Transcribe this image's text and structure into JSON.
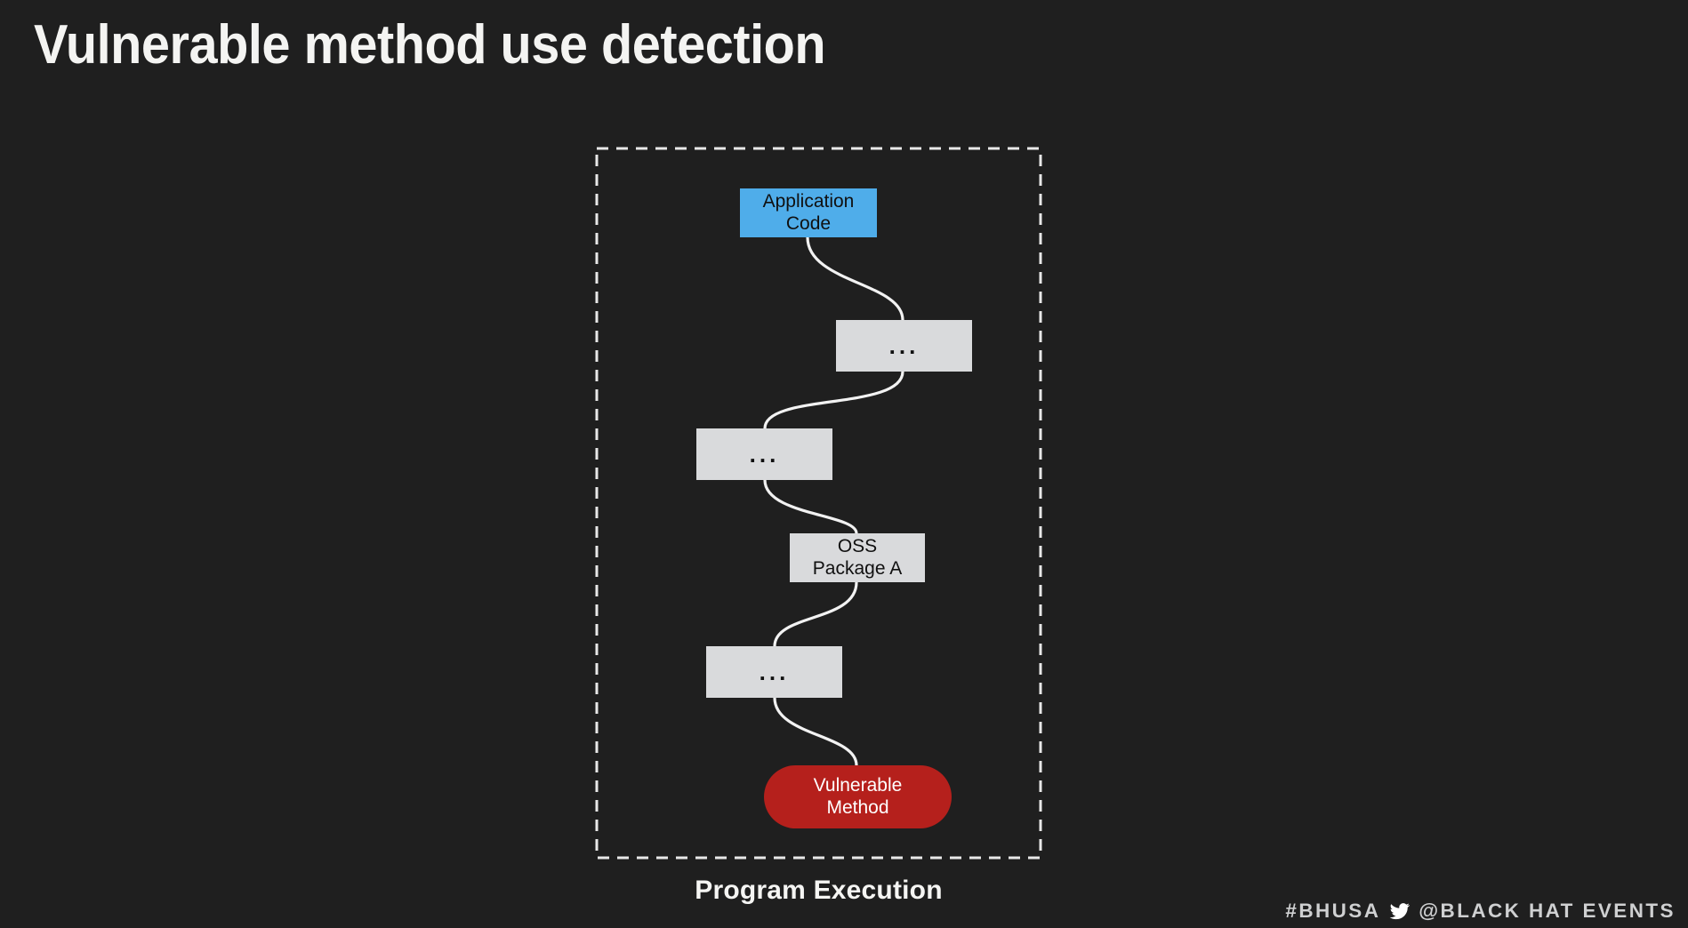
{
  "slide": {
    "title": "Vulnerable method use detection",
    "background_color": "#1f1f1f",
    "title_color": "#f4f4f2"
  },
  "diagram": {
    "caption": "Program Execution",
    "boundary": {
      "style": "dashed",
      "color": "#e8e8e8",
      "label": "Program Execution"
    },
    "connector_color": "#f2f2f2",
    "nodes": [
      {
        "id": "application-code",
        "label": "Application\nCode",
        "shape": "rectangle",
        "fill": "#4fadea",
        "text_color": "#101010"
      },
      {
        "id": "ellipsis-1",
        "label": "...",
        "shape": "rectangle",
        "fill": "#d9dadc",
        "text_color": "#101010"
      },
      {
        "id": "ellipsis-2",
        "label": "...",
        "shape": "rectangle",
        "fill": "#d9dadc",
        "text_color": "#101010"
      },
      {
        "id": "oss-package-a",
        "label": "OSS\nPackage A",
        "shape": "rectangle",
        "fill": "#d9dadc",
        "text_color": "#101010"
      },
      {
        "id": "ellipsis-3",
        "label": "...",
        "shape": "rectangle",
        "fill": "#d9dadc",
        "text_color": "#101010"
      },
      {
        "id": "vulnerable-method",
        "label": "Vulnerable\nMethod",
        "shape": "rounded-pill",
        "fill": "#b5201c",
        "text_color": "#ffffff"
      }
    ]
  },
  "footer": {
    "hashtag": "#BHUSA",
    "twitter_icon": "twitter-bird-icon",
    "handle": "@BLACK HAT EVENTS"
  }
}
